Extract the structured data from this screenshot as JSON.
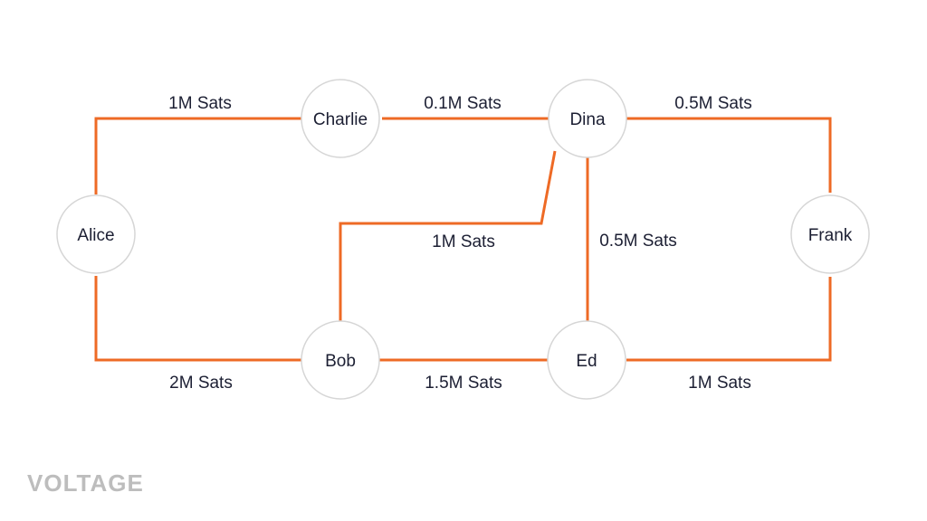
{
  "nodes": {
    "alice": "Alice",
    "charlie": "Charlie",
    "dina": "Dina",
    "frank": "Frank",
    "bob": "Bob",
    "ed": "Ed"
  },
  "edges": {
    "alice_charlie": "1M Sats",
    "charlie_dina": "0.1M Sats",
    "dina_frank": "0.5M Sats",
    "bob_dina": "1M Sats",
    "dina_ed": "0.5M Sats",
    "alice_bob": "2M Sats",
    "bob_ed": "1.5M Sats",
    "ed_frank": "1M Sats"
  },
  "logo": "VOLTAGE",
  "colors": {
    "edge": "#ee6a25",
    "text": "#1c1f33",
    "node_border": "#d6d6d6",
    "logo": "#bdbdbd"
  }
}
